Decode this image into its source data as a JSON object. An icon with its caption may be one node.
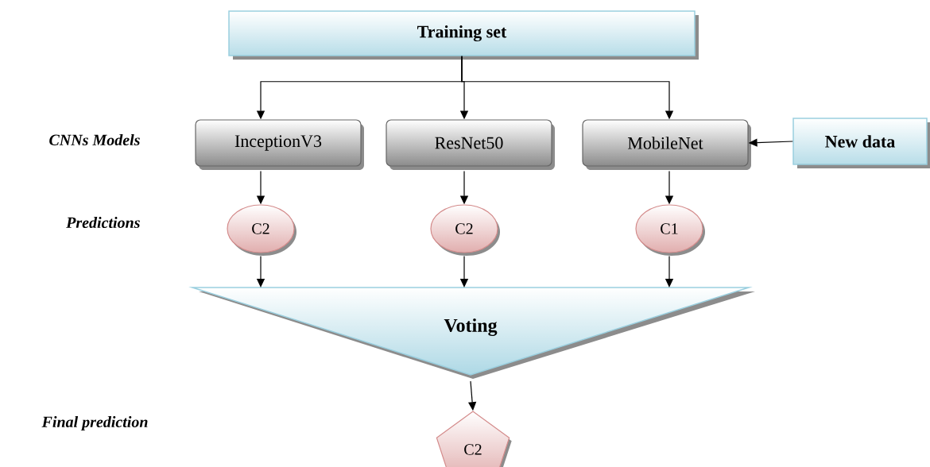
{
  "diagram": {
    "nodes": [
      {
        "text": [
          "Training set"
        ]
      },
      {
        "text": [
          "InceptionV3"
        ]
      },
      {
        "text": [
          "ResNet50"
        ]
      },
      {
        "text": [
          "MobileNet"
        ]
      },
      {
        "text": [
          "New data"
        ]
      },
      {
        "text": [
          "C2"
        ]
      },
      {
        "text": [
          "C2"
        ]
      },
      {
        "text": [
          "C1"
        ]
      },
      {
        "text": [
          "Voting"
        ]
      },
      {
        "text": [
          "C2"
        ]
      }
    ],
    "edges": [
      {
        "from": 0,
        "to": 1,
        "arrow": "to"
      },
      {
        "from": 0,
        "to": 2,
        "arrow": "to"
      },
      {
        "from": 0,
        "to": 3,
        "arrow": "to"
      },
      {
        "from": 4,
        "to": 3,
        "arrow": "to"
      },
      {
        "from": 1,
        "to": 5,
        "arrow": "to"
      },
      {
        "from": 2,
        "to": 6,
        "arrow": "to"
      },
      {
        "from": 3,
        "to": 7,
        "arrow": "to"
      },
      {
        "from": 5,
        "to": 8,
        "arrow": "to"
      },
      {
        "from": 6,
        "to": 8,
        "arrow": "to"
      },
      {
        "from": 7,
        "to": 8,
        "arrow": "to"
      },
      {
        "from": 8,
        "to": 9,
        "arrow": "to"
      }
    ],
    "labels": [
      "CNNs Models",
      "Predictions",
      "Final prediction"
    ]
  }
}
